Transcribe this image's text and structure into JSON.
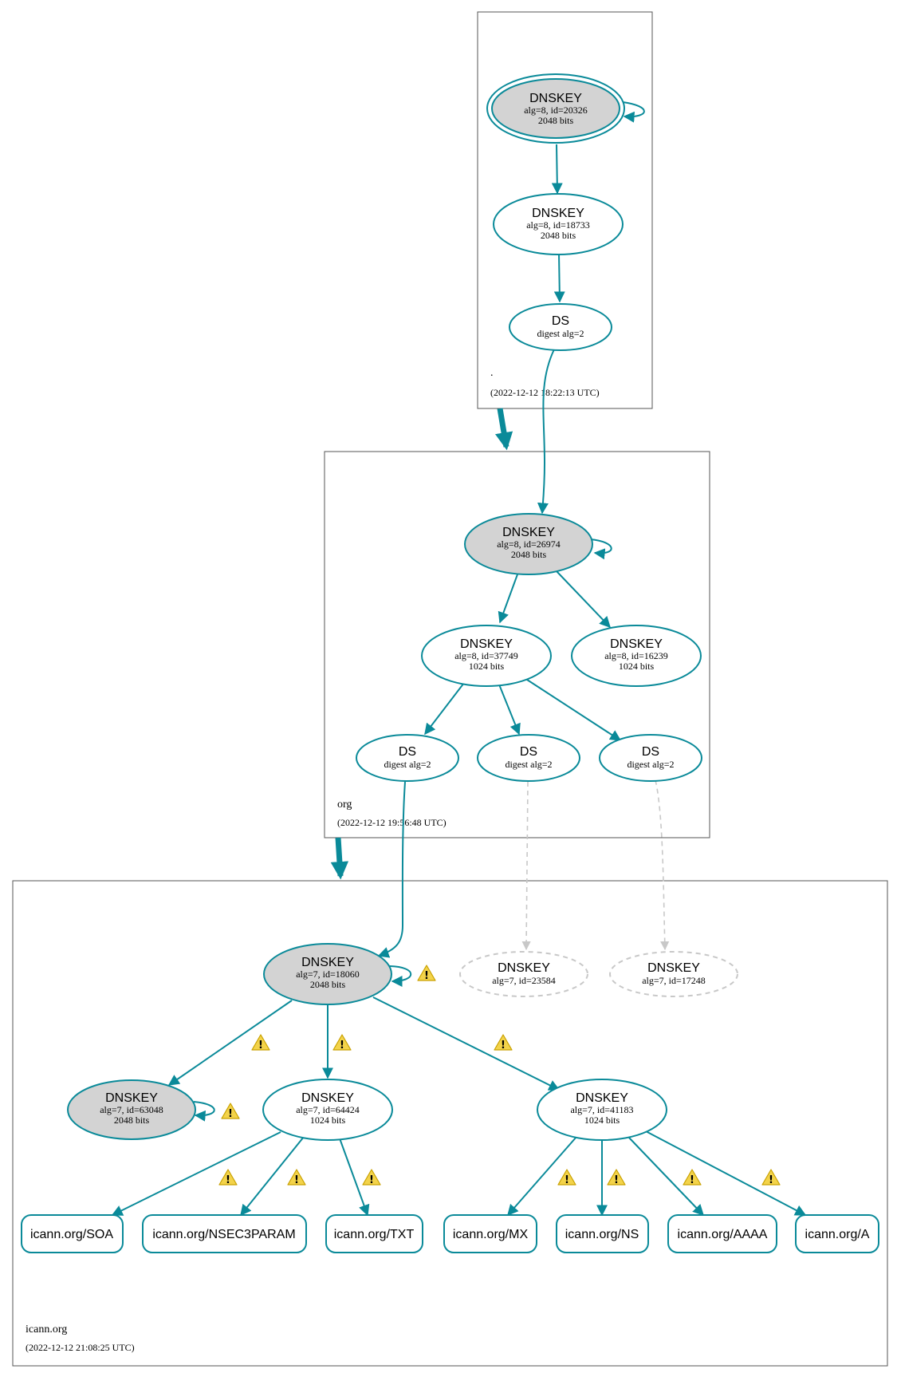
{
  "colors": {
    "edge": "#0a8a99",
    "ksk_fill": "#d3d3d3",
    "node_fill": "#ffffff",
    "ghost": "#c8c8c8",
    "warning": "#f3d34a"
  },
  "zones": {
    "root": {
      "name": ".",
      "time": "(2022-12-12 18:22:13 UTC)"
    },
    "org": {
      "name": "org",
      "time": "(2022-12-12 19:56:48 UTC)"
    },
    "icann": {
      "name": "icann.org",
      "time": "(2022-12-12 21:08:25 UTC)"
    }
  },
  "nodes": {
    "root_ksk": {
      "title": "DNSKEY",
      "sub1": "alg=8, id=20326",
      "sub2": "2048 bits"
    },
    "root_zsk": {
      "title": "DNSKEY",
      "sub1": "alg=8, id=18733",
      "sub2": "2048 bits"
    },
    "root_ds": {
      "title": "DS",
      "sub1": "digest alg=2"
    },
    "org_ksk": {
      "title": "DNSKEY",
      "sub1": "alg=8, id=26974",
      "sub2": "2048 bits"
    },
    "org_zsk1": {
      "title": "DNSKEY",
      "sub1": "alg=8, id=37749",
      "sub2": "1024 bits"
    },
    "org_zsk2": {
      "title": "DNSKEY",
      "sub1": "alg=8, id=16239",
      "sub2": "1024 bits"
    },
    "org_ds1": {
      "title": "DS",
      "sub1": "digest alg=2"
    },
    "org_ds2": {
      "title": "DS",
      "sub1": "digest alg=2"
    },
    "org_ds3": {
      "title": "DS",
      "sub1": "digest alg=2"
    },
    "icann_ksk": {
      "title": "DNSKEY",
      "sub1": "alg=7, id=18060",
      "sub2": "2048 bits"
    },
    "icann_ghost1": {
      "title": "DNSKEY",
      "sub1": "alg=7, id=23584"
    },
    "icann_ghost2": {
      "title": "DNSKEY",
      "sub1": "alg=7, id=17248"
    },
    "icann_ksk2": {
      "title": "DNSKEY",
      "sub1": "alg=7, id=63048",
      "sub2": "2048 bits"
    },
    "icann_zsk1": {
      "title": "DNSKEY",
      "sub1": "alg=7, id=64424",
      "sub2": "1024 bits"
    },
    "icann_zsk2": {
      "title": "DNSKEY",
      "sub1": "alg=7, id=41183",
      "sub2": "1024 bits"
    }
  },
  "rrsets": {
    "soa": "icann.org/SOA",
    "nsec3param": "icann.org/NSEC3PARAM",
    "txt": "icann.org/TXT",
    "mx": "icann.org/MX",
    "ns": "icann.org/NS",
    "aaaa": "icann.org/AAAA",
    "a": "icann.org/A"
  },
  "warning_icon": "warning-icon"
}
